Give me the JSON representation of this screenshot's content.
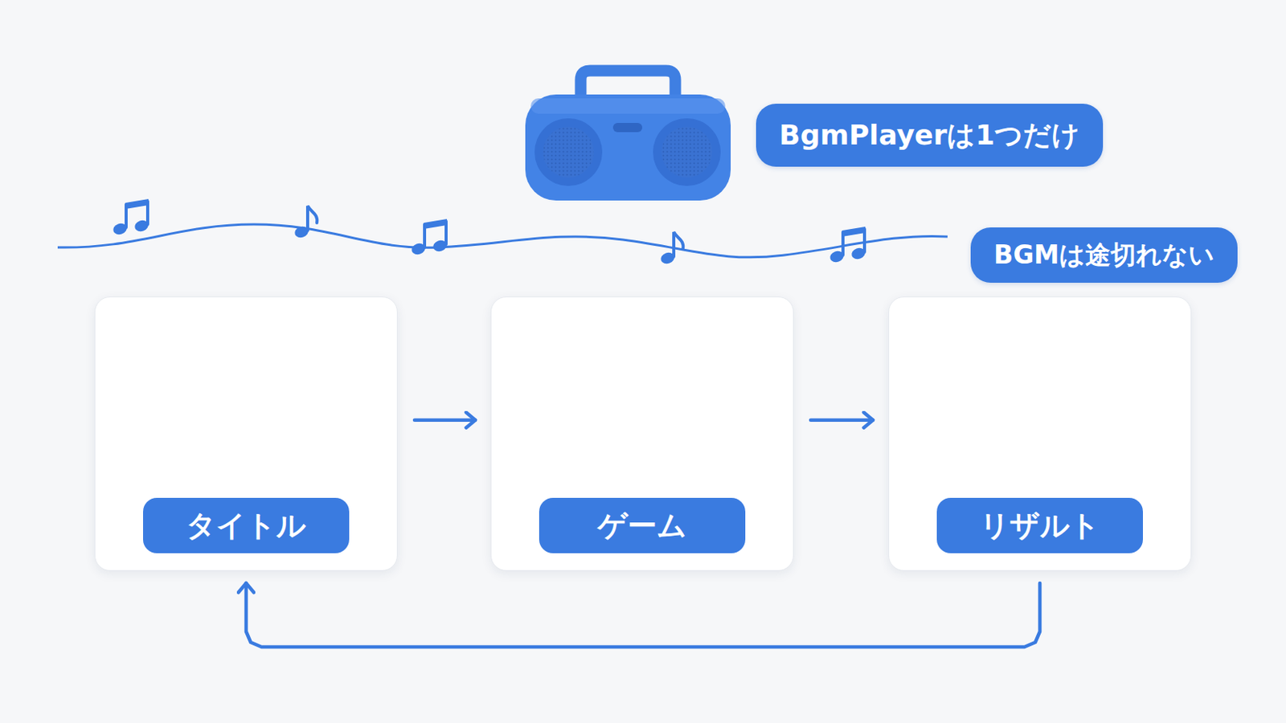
{
  "diagram": {
    "nodes": [
      {
        "text": [
          "BgmPlayerは1つだけ"
        ]
      },
      {
        "text": [
          "BGMは途切れない"
        ]
      },
      {
        "text": [
          "タイトル"
        ]
      },
      {
        "text": [
          "ゲーム"
        ]
      },
      {
        "text": [
          "リザルト"
        ]
      }
    ],
    "edges": [
      {
        "from": 2,
        "to": 3,
        "arrow": "to"
      },
      {
        "from": 3,
        "to": 4,
        "arrow": "to"
      },
      {
        "from": 4,
        "to": 2,
        "arrow": "to"
      }
    ]
  }
}
